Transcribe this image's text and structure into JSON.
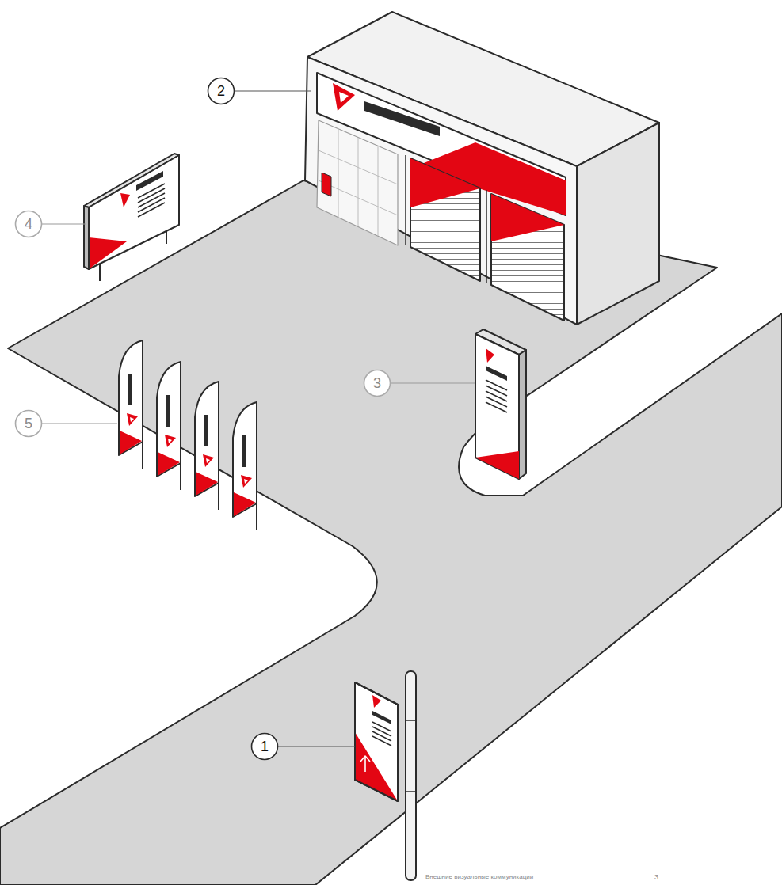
{
  "diagram": {
    "labels": [
      "2",
      "4",
      "3",
      "5",
      "1",
      "Внешние визуальные коммуникации",
      "3"
    ]
  }
}
